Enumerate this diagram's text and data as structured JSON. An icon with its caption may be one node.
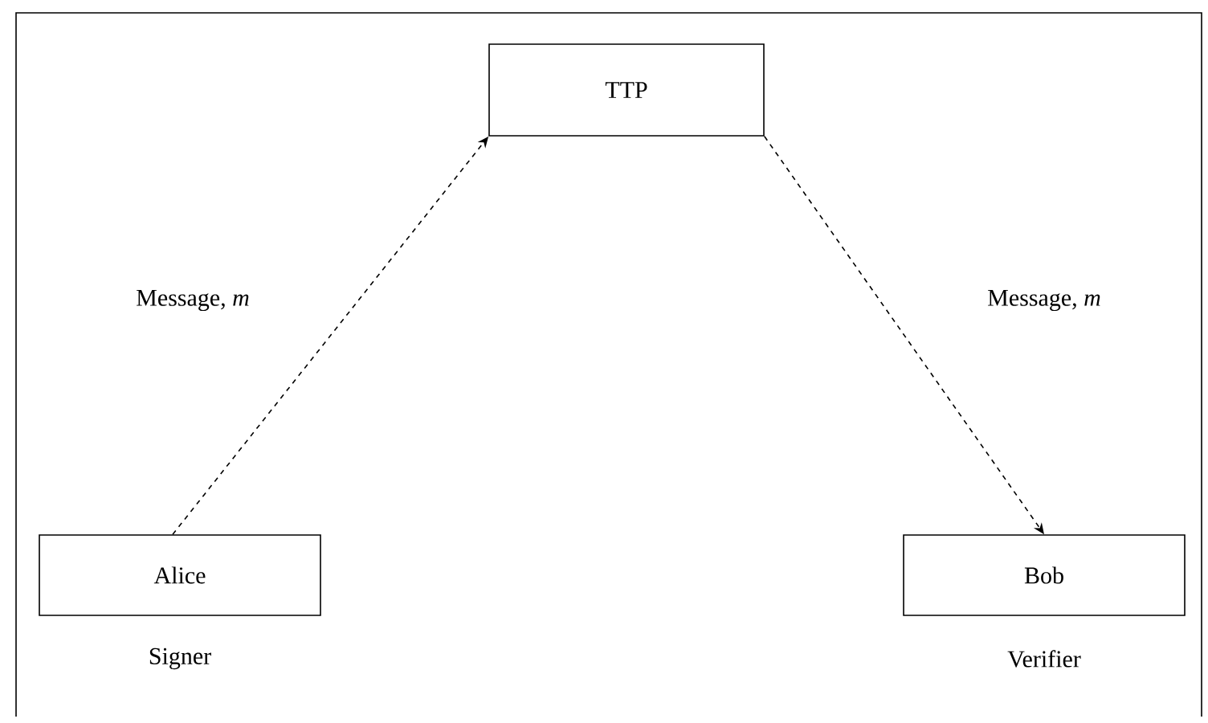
{
  "diagram": {
    "nodes": [
      {
        "text": [
          "TTP"
        ]
      },
      {
        "text": [
          "Alice"
        ],
        "beside": [
          "Signer"
        ]
      },
      {
        "text": [
          "Bob"
        ],
        "beside": [
          "Verifier"
        ]
      }
    ],
    "edges": [
      {
        "from": 1,
        "to": 0,
        "arrow": "to",
        "style": "dashed",
        "label": "Message, *m*"
      },
      {
        "from": 0,
        "to": 2,
        "arrow": "to",
        "style": "dashed",
        "label": "Message, *m*"
      }
    ]
  }
}
